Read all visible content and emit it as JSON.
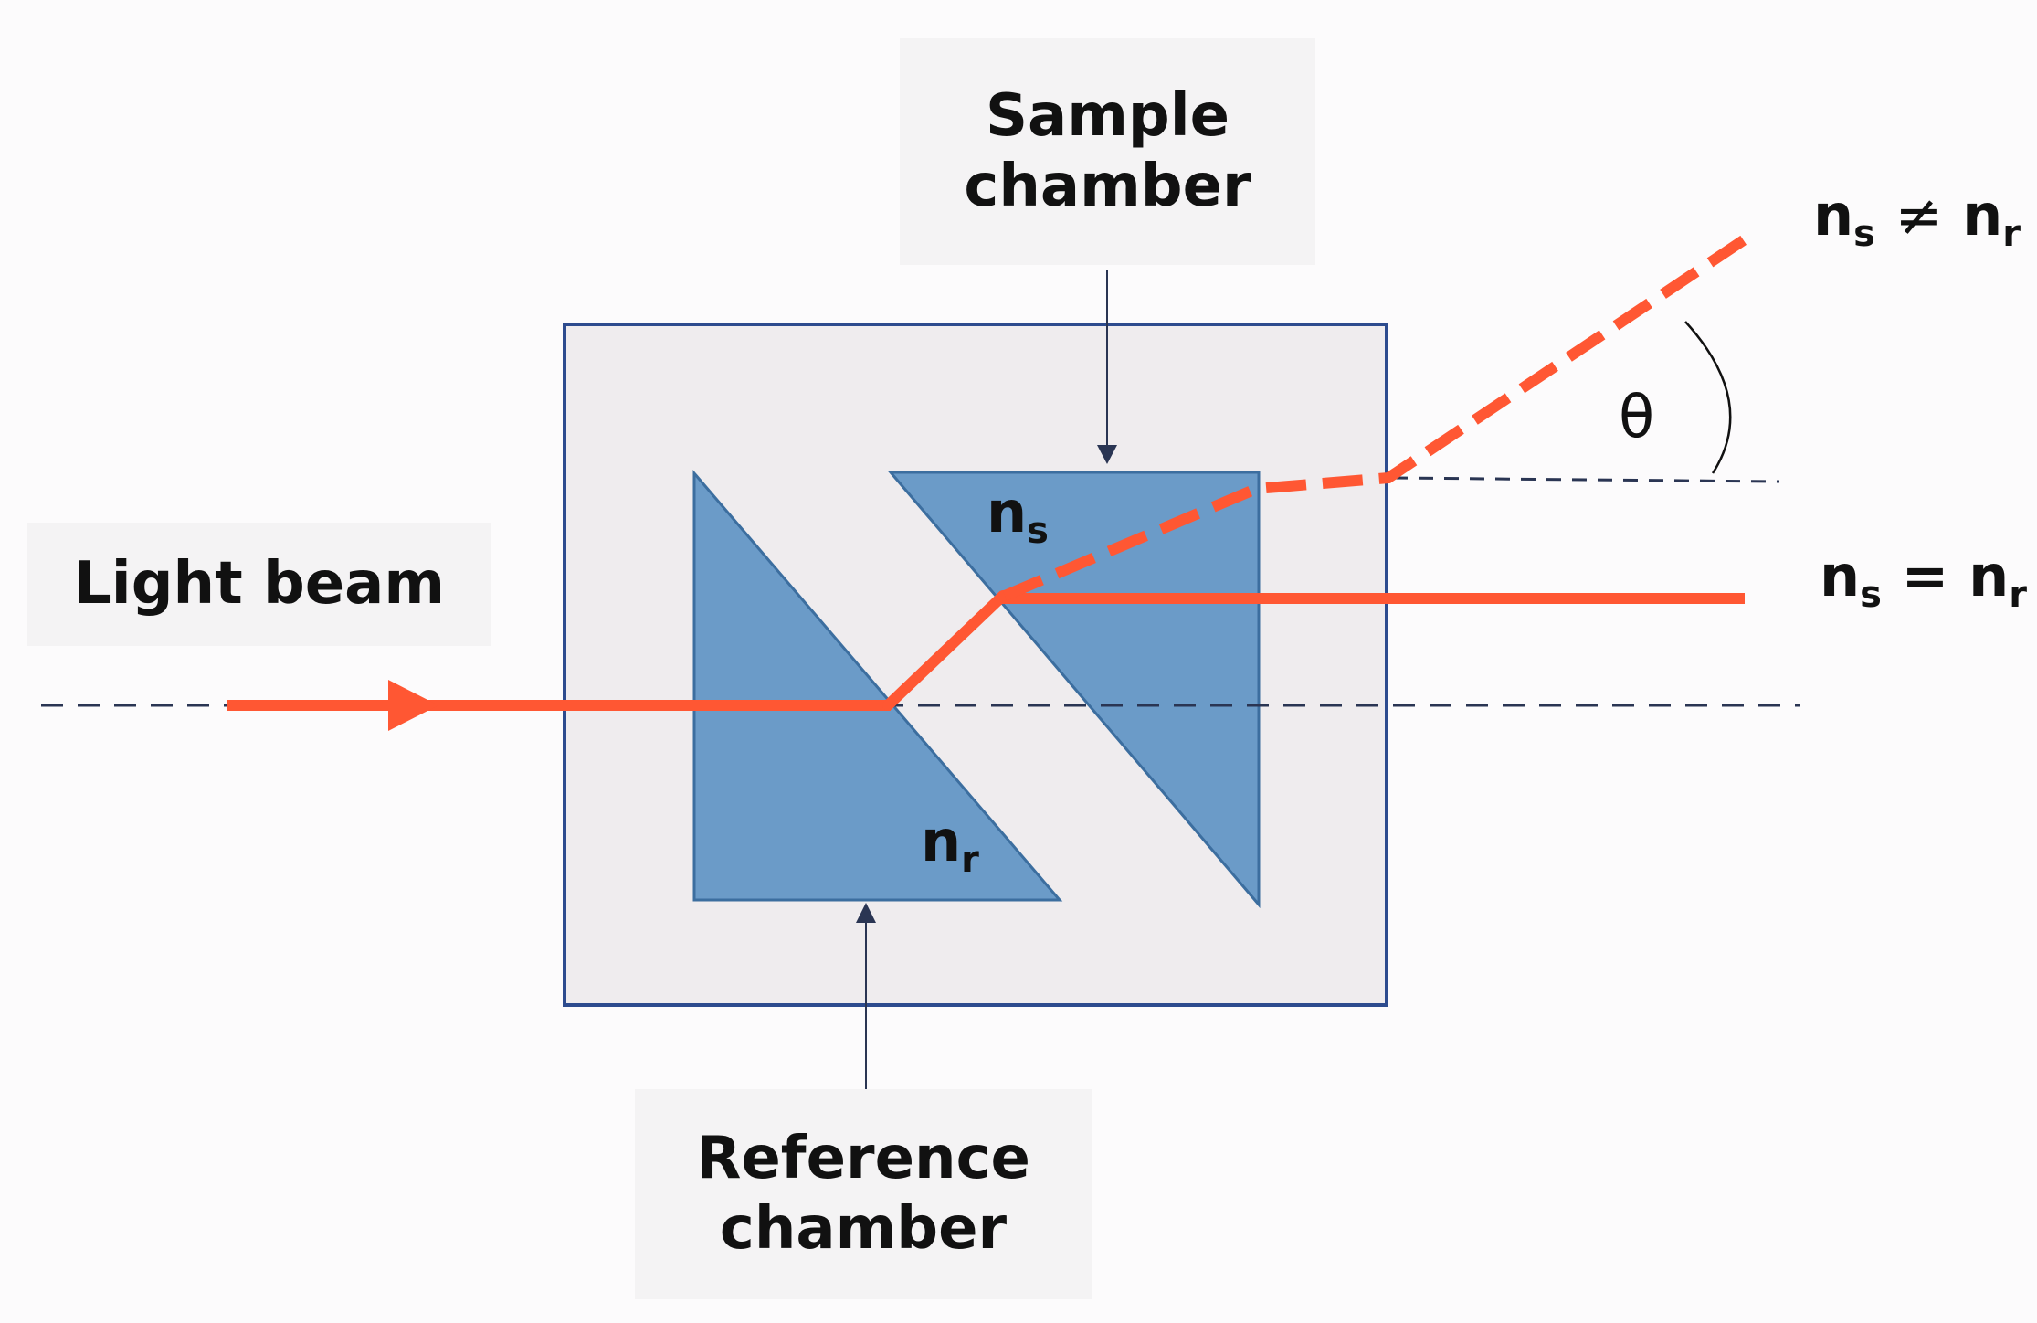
{
  "labels": {
    "sample_chamber": [
      "Sample",
      "chamber"
    ],
    "reference_chamber": [
      "Reference",
      "chamber"
    ],
    "light_beam": "Light beam",
    "theta": "θ"
  },
  "prism_labels": {
    "sample_n": "n",
    "sample_sub": "s",
    "reference_n": "n",
    "reference_sub": "r"
  },
  "outputs": {
    "not_equal": {
      "left_n": "n",
      "left_sub": "s",
      "relation": "≠",
      "right_n": "n",
      "right_sub": "r"
    },
    "equal": {
      "left_n": "n",
      "left_sub": "s",
      "relation": "=",
      "right_n": "n",
      "right_sub": "r"
    }
  },
  "colors": {
    "beam": "#ff5733",
    "prism_fill": "#6b9bc8",
    "prism_stroke": "#3c6e9f",
    "cell_fill": "#efecee",
    "cell_stroke": "#2d4b8e",
    "guide_line": "#2a3553",
    "label_box": "#f4f3f4"
  }
}
